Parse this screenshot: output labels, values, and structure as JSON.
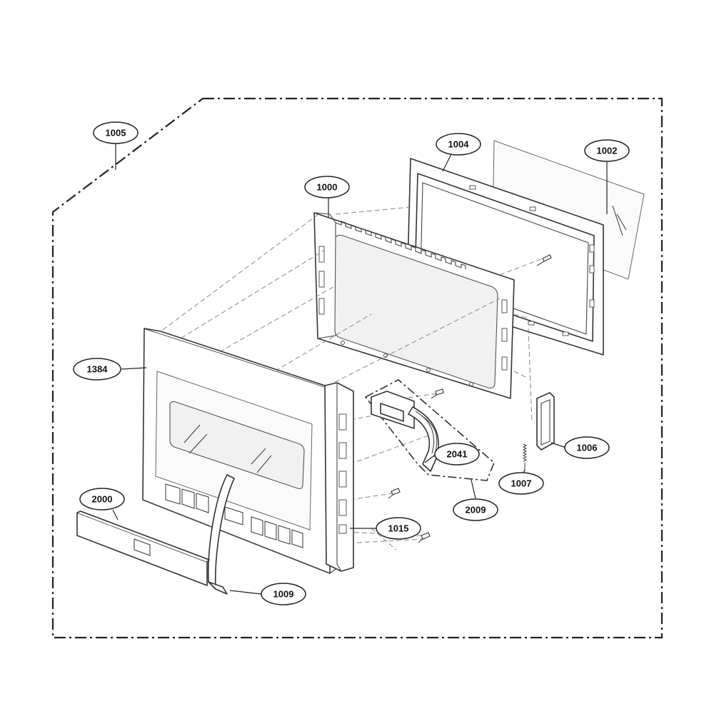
{
  "callouts": [
    {
      "id": "c1005",
      "label": "1005"
    },
    {
      "id": "c1004",
      "label": "1004"
    },
    {
      "id": "c1002",
      "label": "1002"
    },
    {
      "id": "c1000",
      "label": "1000"
    },
    {
      "id": "c1384",
      "label": "1384"
    },
    {
      "id": "c2041",
      "label": "2041"
    },
    {
      "id": "c1006",
      "label": "1006"
    },
    {
      "id": "c1007",
      "label": "1007"
    },
    {
      "id": "c2000",
      "label": "2000"
    },
    {
      "id": "c2009",
      "label": "2009"
    },
    {
      "id": "c1015",
      "label": "1015"
    },
    {
      "id": "c1009",
      "label": "1009"
    }
  ]
}
